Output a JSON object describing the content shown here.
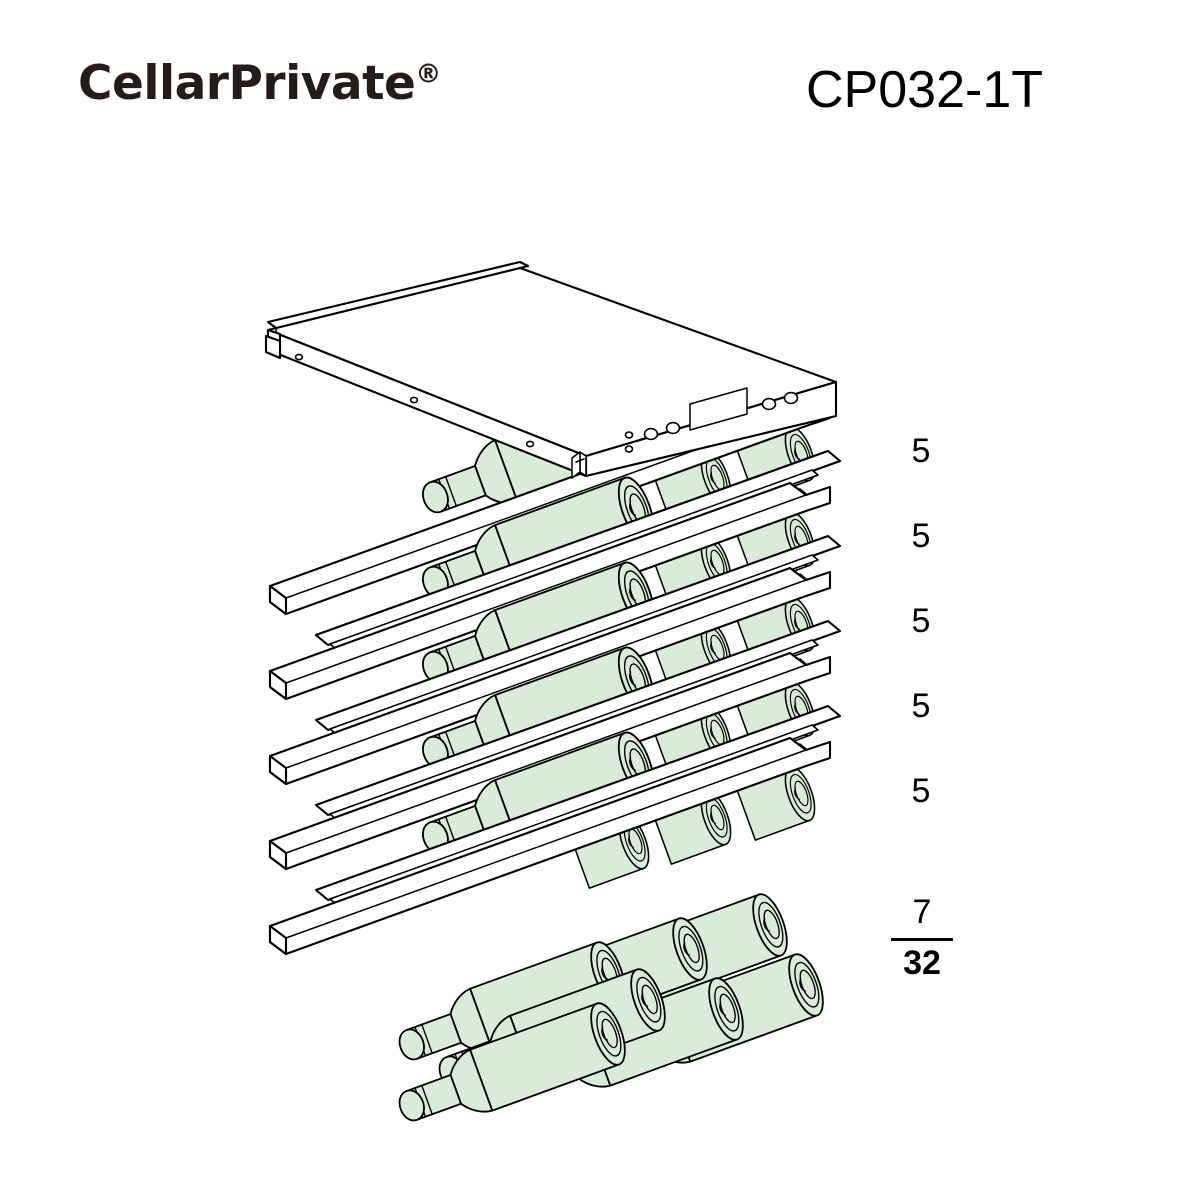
{
  "header": {
    "brand_name": "CellarPrivate",
    "brand_mark": "®",
    "model": "CP032-1T"
  },
  "product": {
    "type": "wine-cooling-cabinet",
    "shelves": [
      {
        "label": "5",
        "bottles": 5
      },
      {
        "label": "5",
        "bottles": 5
      },
      {
        "label": "5",
        "bottles": 5
      },
      {
        "label": "5",
        "bottles": 5
      },
      {
        "label": "5",
        "bottles": 5
      }
    ],
    "floor_stack": {
      "label": "7",
      "bottles": 7
    },
    "total": {
      "label": "32",
      "bottles": 32
    }
  },
  "control_panel": {
    "display_present": true,
    "indicator_count": 2,
    "button_count": 4
  },
  "colors": {
    "bottle_glass": "#d8ecd8",
    "outline": "#000000",
    "metal": "#ffffff",
    "brand_text": "#241c18",
    "model_text": "#000000"
  }
}
